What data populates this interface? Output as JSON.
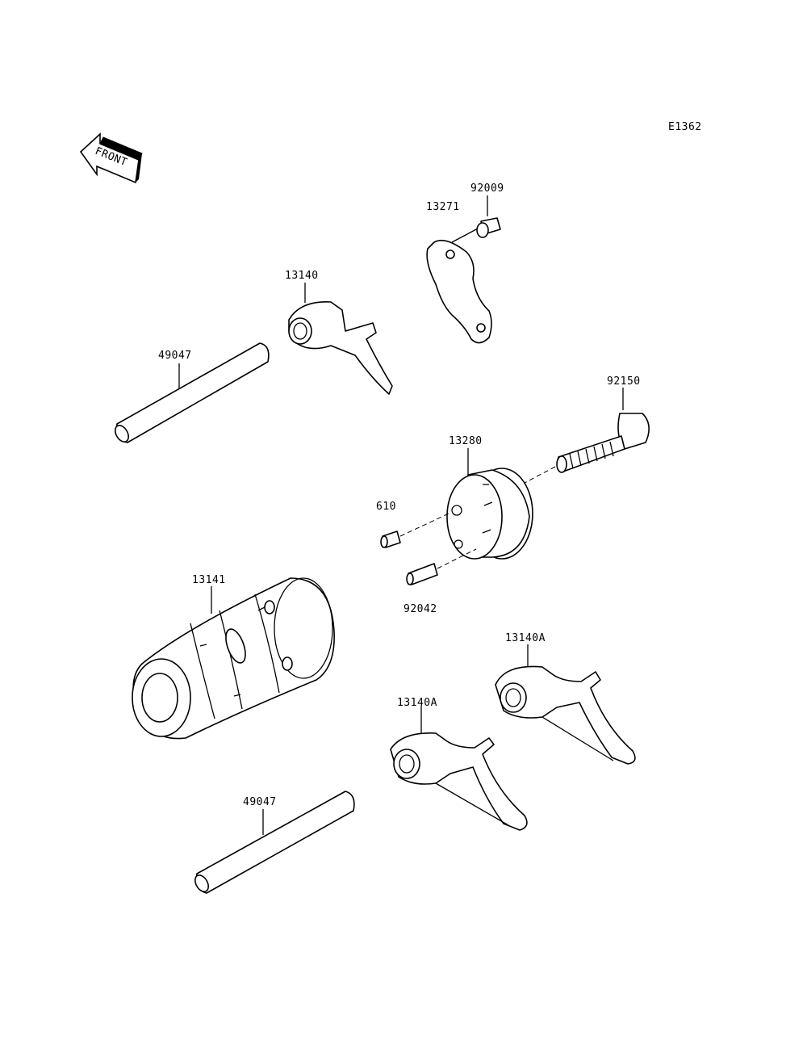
{
  "diagram_code": "E1362",
  "front_arrow_label": "FRONT",
  "parts": {
    "p92009": "92009",
    "p13271": "13271",
    "p13140": "13140",
    "p49047_top": "49047",
    "p92150": "92150",
    "p13280": "13280",
    "p610": "610",
    "p92042": "92042",
    "p13141": "13141",
    "p13140A_right": "13140A",
    "p13140A_left": "13140A",
    "p49047_bottom": "49047"
  }
}
